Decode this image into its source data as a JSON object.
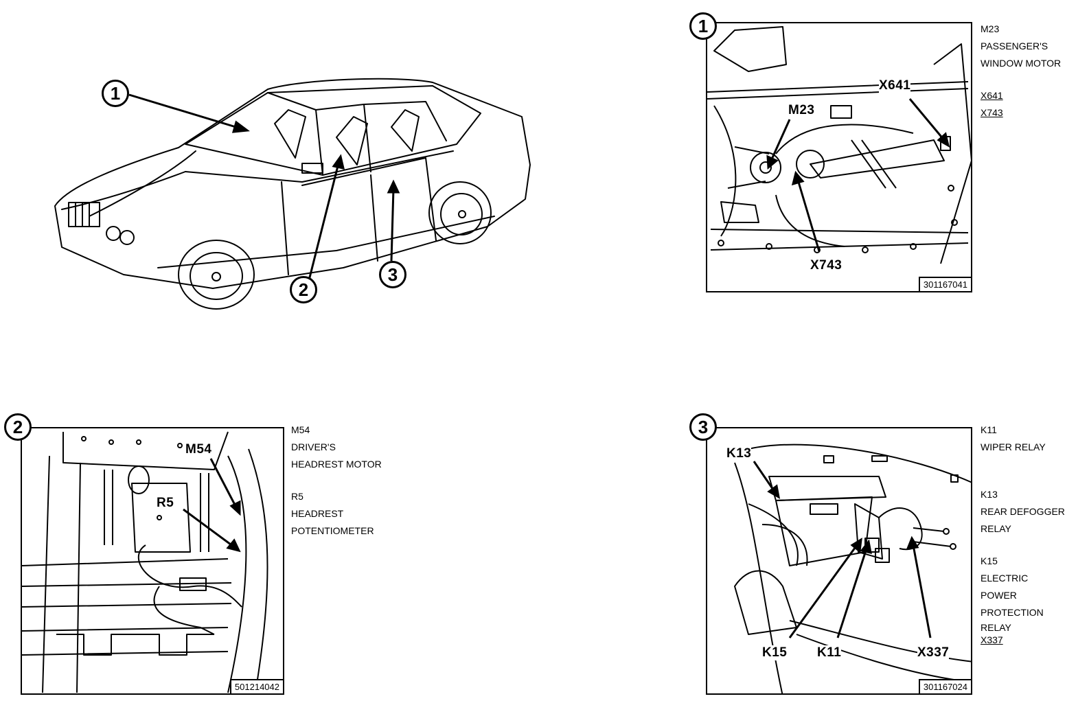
{
  "overview": {
    "badges": [
      "1",
      "2",
      "3"
    ]
  },
  "panel1": {
    "badge": "1",
    "callouts": {
      "x641": "X641",
      "m23": "M23",
      "x743": "X743"
    },
    "code": "301167041",
    "legend": {
      "m23_code": "M23",
      "m23_line1": "PASSENGER'S",
      "m23_line2": "WINDOW MOTOR",
      "x641": "X641",
      "x743": "X743"
    }
  },
  "panel2": {
    "badge": "2",
    "callouts": {
      "m54": "M54",
      "r5": "R5"
    },
    "code": "501214042",
    "legend": {
      "m54_code": "M54",
      "m54_line1": "DRIVER'S",
      "m54_line2": "HEADREST MOTOR",
      "r5_code": "R5",
      "r5_line1": "HEADREST",
      "r5_line2": "POTENTIOMETER"
    }
  },
  "panel3": {
    "badge": "3",
    "callouts": {
      "k13": "K13",
      "k15": "K15",
      "k11": "K11",
      "x337": "X337"
    },
    "code": "301167024",
    "legend": {
      "k11_code": "K11",
      "k11_line1": "WIPER RELAY",
      "k13_code": "K13",
      "k13_line1": "REAR DEFOGGER",
      "k13_line2": "RELAY",
      "k15_code": "K15",
      "k15_line1": "ELECTRIC",
      "k15_line2": "POWER",
      "k15_line3": "PROTECTION",
      "k15_line4": "RELAY",
      "x337": "X337"
    }
  }
}
